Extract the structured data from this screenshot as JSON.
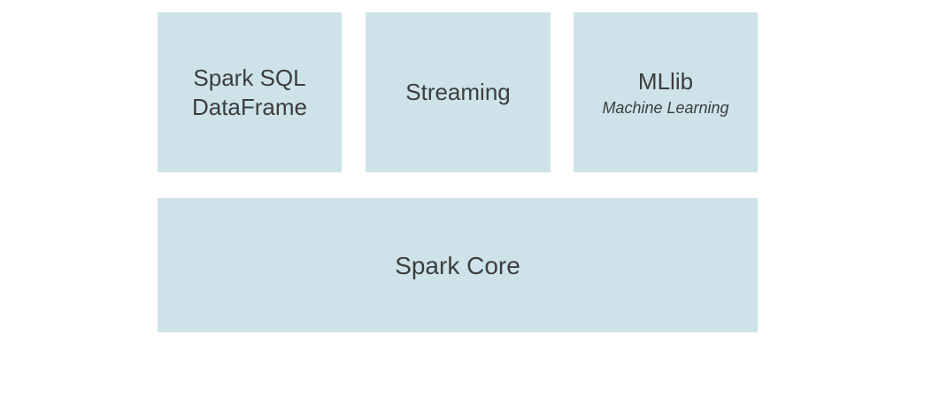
{
  "diagram": {
    "colors": {
      "box_fill": "#cde3e9",
      "text": "#3d3d3d",
      "background": "#ffffff"
    },
    "boxes": {
      "spark_sql": {
        "label": "Spark SQL\nDataFrame"
      },
      "streaming": {
        "label": "Streaming"
      },
      "mllib": {
        "label": "MLlib",
        "subtitle": "Machine Learning"
      },
      "spark_core": {
        "label": "Spark Core"
      }
    }
  }
}
